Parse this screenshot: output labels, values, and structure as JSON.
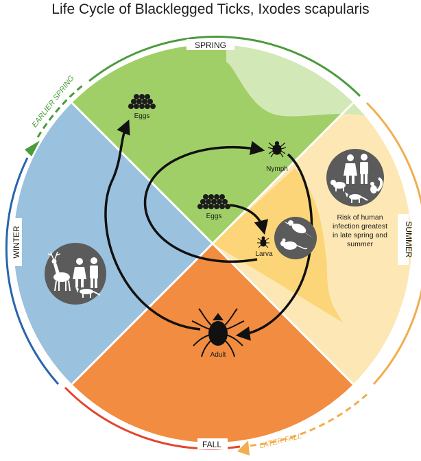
{
  "title": "Life Cycle of Blacklegged Ticks, Ixodes scapularis",
  "seasons": {
    "spring": "SPRING",
    "summer": "SUMMER",
    "fall": "FALL",
    "winter": "WINTER"
  },
  "shift_labels": {
    "earlier_spring": "EARLIER SPRING",
    "later_fall": "LATER FALL"
  },
  "stages": {
    "eggs_top": "Eggs",
    "eggs_center": "Eggs",
    "nymph": "Nymph",
    "larva": "Larva",
    "adult": "Adult"
  },
  "risk_note": [
    "Risk of human",
    "infection greatest",
    "in late spring and",
    "summer"
  ],
  "colors": {
    "spring": "#a0cf67",
    "spring_light": "#d3e8b7",
    "summer_outer": "#fde7b4",
    "summer_inner": "#fbd577",
    "fall": "#f28c40",
    "winter": "#9ac1dd",
    "ring_spring": "#4b9b3b",
    "ring_summer": "#f2ad4c",
    "ring_fall": "#e3452e",
    "ring_winter": "#2b64ad",
    "host_circle": "#5b5b5b"
  },
  "icons": [
    "egg-cluster-icon",
    "tick-icon",
    "bird-icon",
    "mouse-icon",
    "deer-icon",
    "fox-icon",
    "person-icon",
    "squirrel-icon",
    "dog-icon"
  ]
}
